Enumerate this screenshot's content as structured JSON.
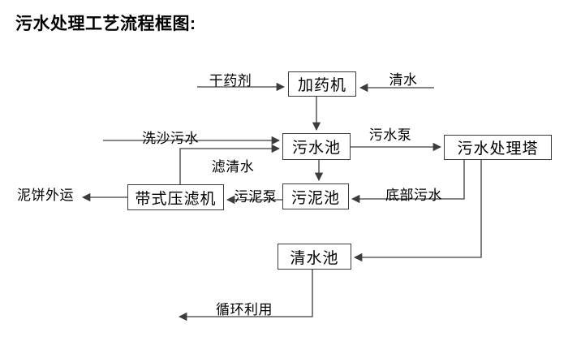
{
  "title": "污水处理工艺流程框图:",
  "diagram": {
    "type": "flowchart",
    "colors": {
      "line": "#3c3c3c",
      "box_border": "#3c3c3c",
      "text": "#000000",
      "background": "#ffffff"
    },
    "nodes": [
      {
        "id": "dosing-machine",
        "label": "加药机"
      },
      {
        "id": "sewage-pool",
        "label": "污水池"
      },
      {
        "id": "sewage-treatment-tower",
        "label": "污水处理塔"
      },
      {
        "id": "sludge-pool",
        "label": "污泥池"
      },
      {
        "id": "belt-filter-press",
        "label": "带式压滤机"
      },
      {
        "id": "clean-water-pool",
        "label": "清水池"
      }
    ],
    "edge_labels": [
      {
        "id": "dry-agent",
        "text": "干药剂"
      },
      {
        "id": "clean-water",
        "text": "清水"
      },
      {
        "id": "sand-washing-sewage",
        "text": "洗沙污水"
      },
      {
        "id": "sewage-pump",
        "text": "污水泵"
      },
      {
        "id": "filtered-water",
        "text": "滤清水"
      },
      {
        "id": "sludge-pump",
        "text": "污泥泵"
      },
      {
        "id": "bottom-sewage",
        "text": "底部污水"
      },
      {
        "id": "mud-cake-transport",
        "text": "泥饼外运"
      },
      {
        "id": "recycling",
        "text": "循环利用"
      }
    ],
    "flows": [
      {
        "from": "dry-agent-input",
        "to": "dosing-machine",
        "label": "干药剂"
      },
      {
        "from": "clean-water-input",
        "to": "dosing-machine",
        "label": "清水"
      },
      {
        "from": "dosing-machine",
        "to": "sewage-pool",
        "label": ""
      },
      {
        "from": "sand-washing-input",
        "to": "sewage-pool",
        "label": "洗沙污水"
      },
      {
        "from": "belt-filter-press",
        "to": "sewage-pool",
        "label": "滤清水"
      },
      {
        "from": "sewage-pool",
        "to": "sewage-treatment-tower",
        "label": "污水泵"
      },
      {
        "from": "sewage-pool",
        "to": "sludge-pool",
        "label": ""
      },
      {
        "from": "sewage-treatment-tower",
        "to": "sludge-pool",
        "label": "底部污水"
      },
      {
        "from": "sludge-pool",
        "to": "belt-filter-press",
        "label": "污泥泵"
      },
      {
        "from": "belt-filter-press",
        "to": "mud-cake-out",
        "label": "泥饼外运"
      },
      {
        "from": "sewage-treatment-tower",
        "to": "clean-water-pool",
        "label": ""
      },
      {
        "from": "clean-water-pool",
        "to": "recycling-out",
        "label": "循环利用"
      }
    ]
  }
}
